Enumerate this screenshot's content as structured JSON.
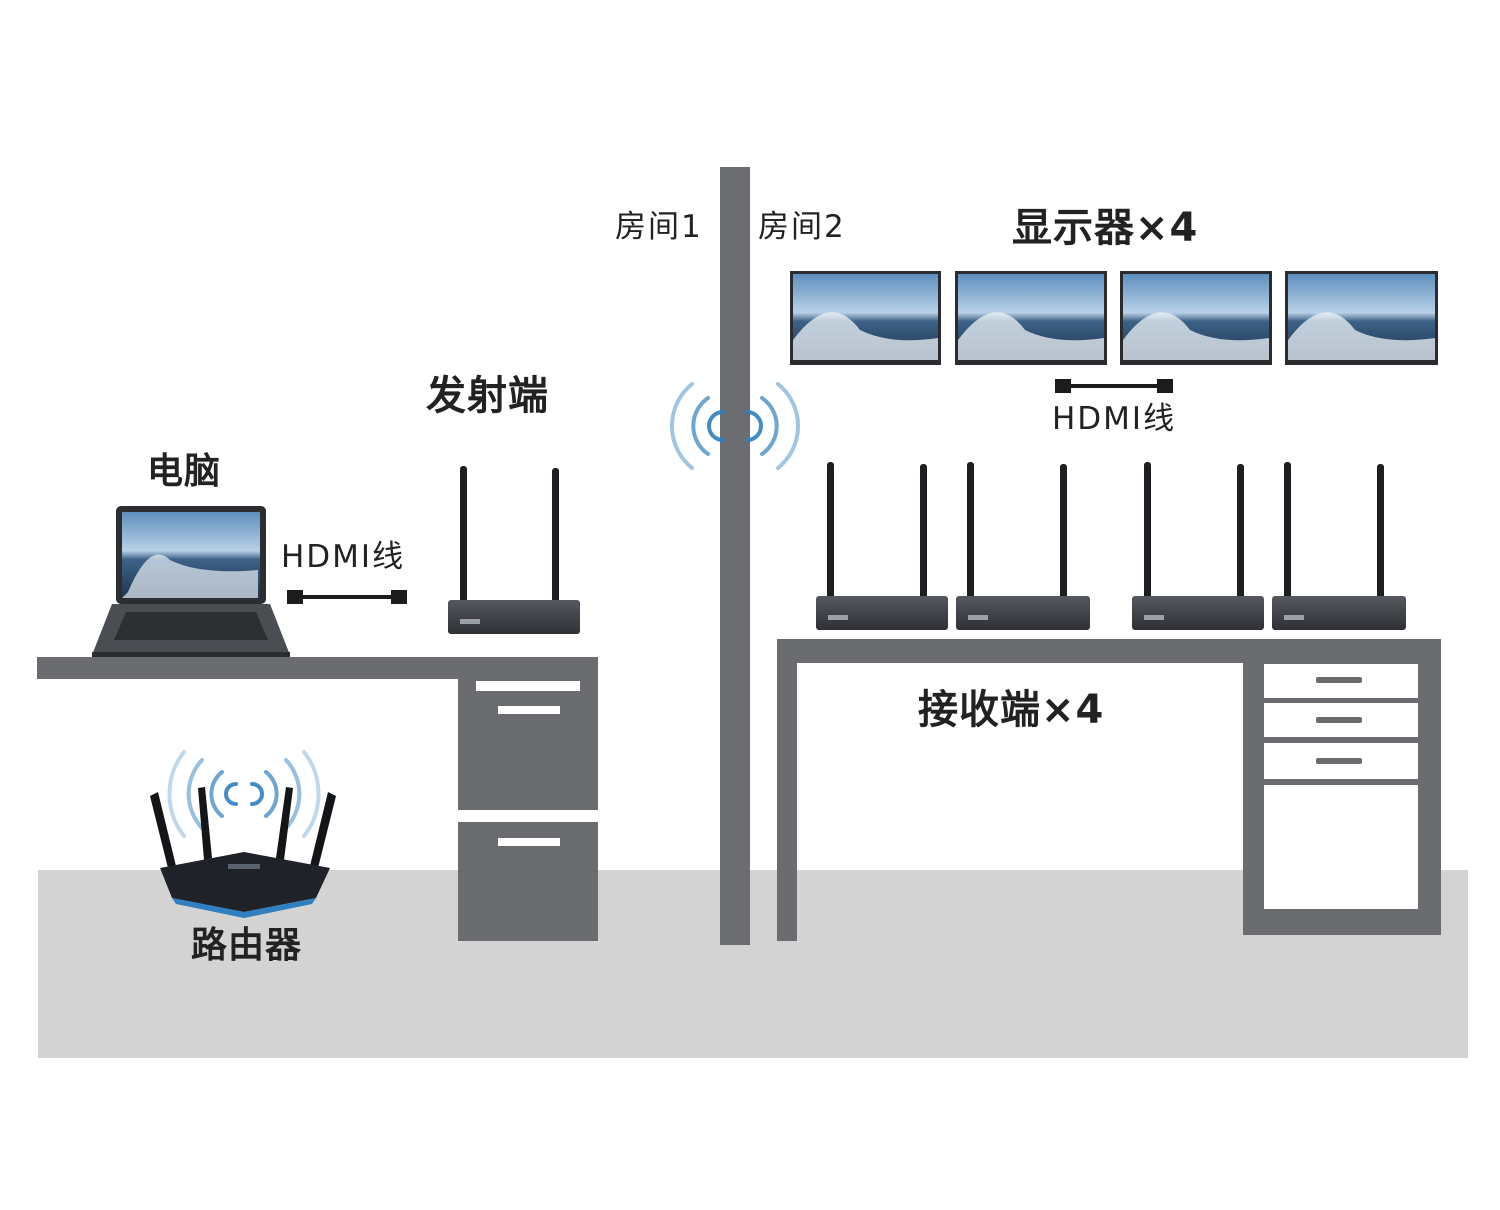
{
  "labels": {
    "room1": "房间1",
    "room2": "房间2",
    "monitors": "显示器×4",
    "transmitter": "发射端",
    "computer": "电脑",
    "hdmi_top": "HDMI线",
    "hdmi_left": "HDMI线",
    "receivers": "接收端×4",
    "router": "路由器"
  },
  "colors": {
    "floor": "#d3d3d3",
    "wall": "#6b6d71",
    "desk": "#6a6c70",
    "device": "#3c3f44",
    "wave": "#2f7fc1",
    "text": "#222222"
  },
  "icons": [
    "laptop-icon",
    "router-icon",
    "transmitter-icon",
    "receiver-icon",
    "monitor-icon",
    "hdmi-cable-icon",
    "wireless-signal-icon"
  ]
}
